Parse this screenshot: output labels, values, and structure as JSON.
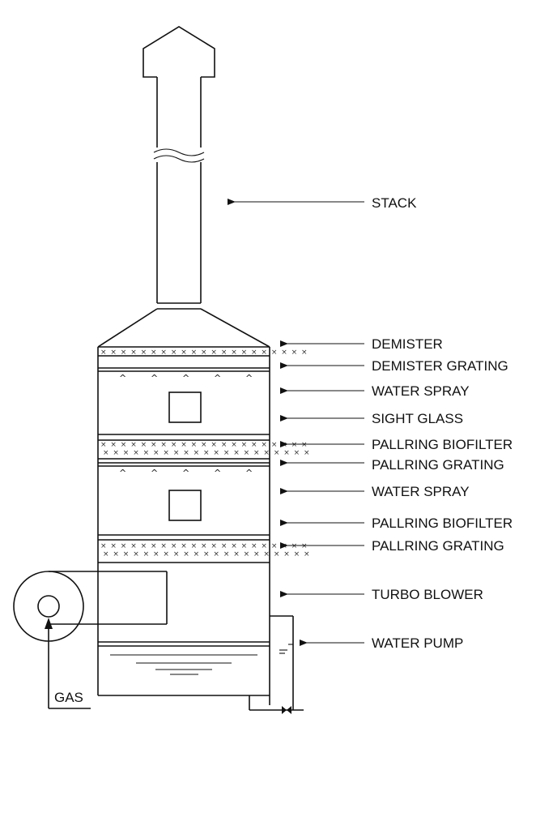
{
  "diagram": {
    "labels": {
      "stack": "STACK",
      "demister": "DEMISTER",
      "demister_grating": "DEMISTER GRATING",
      "water_spray_1": "WATER SPRAY",
      "sight_glass": "SIGHT GLASS",
      "pallring_biofilter_1": "PALLRING BIOFILTER",
      "pallring_grating_1": "PALLRING GRATING",
      "water_spray_2": "WATER SPRAY",
      "pallring_biofilter_2": "PALLRING BIOFILTER",
      "pallring_grating_2": "PALLRING GRATING",
      "turbo_blower": "TURBO BLOWER",
      "water_pump": "WATER PUMP",
      "gas": "GAS"
    }
  }
}
